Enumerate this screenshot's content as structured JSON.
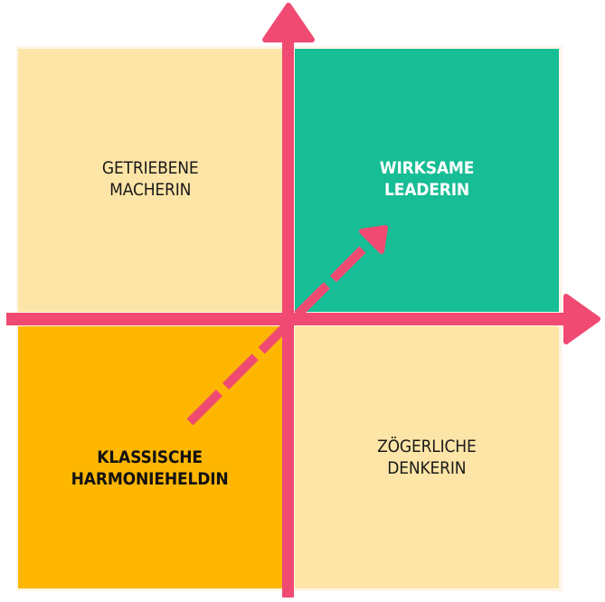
{
  "colors": {
    "axis": "#f04a72",
    "frame": "#fdf6e8",
    "background": "#ffffff"
  },
  "quadrants": {
    "top_left": {
      "line1": "GETRIEBENE",
      "line2": "MACHERIN",
      "fill": "#fde5a7",
      "text_color": "#1a1a1a",
      "bold": false
    },
    "top_right": {
      "line1": "WIRKSAME",
      "line2": "LEADERIN",
      "fill": "#17bd94",
      "text_color": "#ffffff",
      "bold": true
    },
    "bottom_left": {
      "line1": "KLASSISCHE",
      "line2": "HARMONIEHELDIN",
      "fill": "#feb601",
      "text_color": "#111111",
      "bold": true
    },
    "bottom_right": {
      "line1": "ZÖGERLICHE",
      "line2": "DENKERIN",
      "fill": "#fde5a7",
      "text_color": "#1a1a1a",
      "bold": false
    }
  },
  "arrows": {
    "x_axis": "horizontal-axis-arrow",
    "y_axis": "vertical-axis-arrow",
    "progression": "dashed-diagonal-arrow from bottom-left to top-right"
  }
}
